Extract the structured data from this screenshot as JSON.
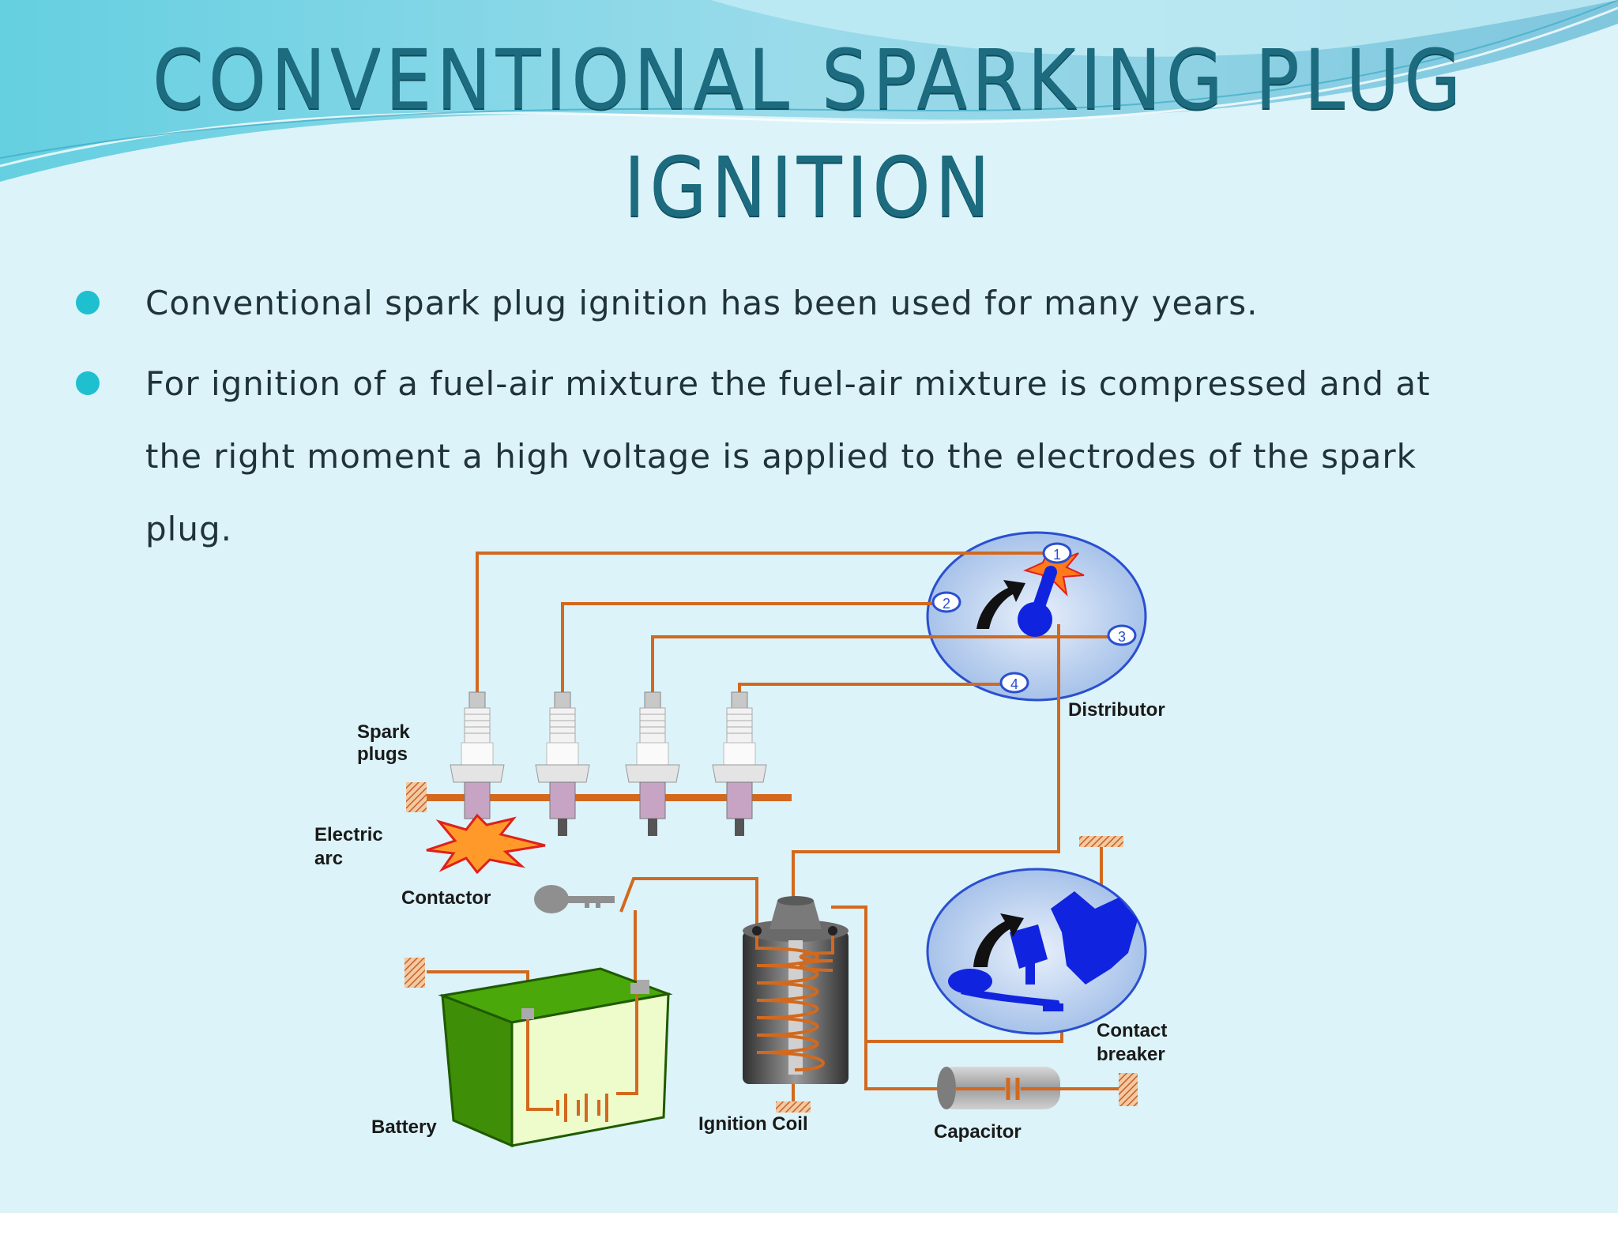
{
  "slide": {
    "title_line1": "CONVENTIONAL SPARKING PLUG",
    "title_line2": "IGNITION",
    "bullets": [
      "Conventional spark plug ignition has been used for many years.",
      "For ignition of a fuel-air mixture the fuel-air mixture is compressed and at the right moment a high voltage is applied to the electrodes of the spark plug."
    ]
  },
  "diagram": {
    "labels": {
      "spark_plugs_1": "Spark",
      "spark_plugs_2": "plugs",
      "electric_arc_1": "Electric",
      "electric_arc_2": "arc",
      "contactor": "Contactor",
      "battery": "Battery",
      "ignition_coil": "Ignition Coil",
      "capacitor": "Capacitor",
      "distributor": "Distributor",
      "contact_breaker_1": "Contact",
      "contact_breaker_2": "breaker"
    },
    "distributor_terminals": [
      "1",
      "2",
      "3",
      "4"
    ],
    "colors": {
      "wire": "#d2691e",
      "disc": "#a9c4ea",
      "rotor": "#1024e0",
      "battery_top": "#4aa80a",
      "battery_face": "#eefccc"
    }
  }
}
